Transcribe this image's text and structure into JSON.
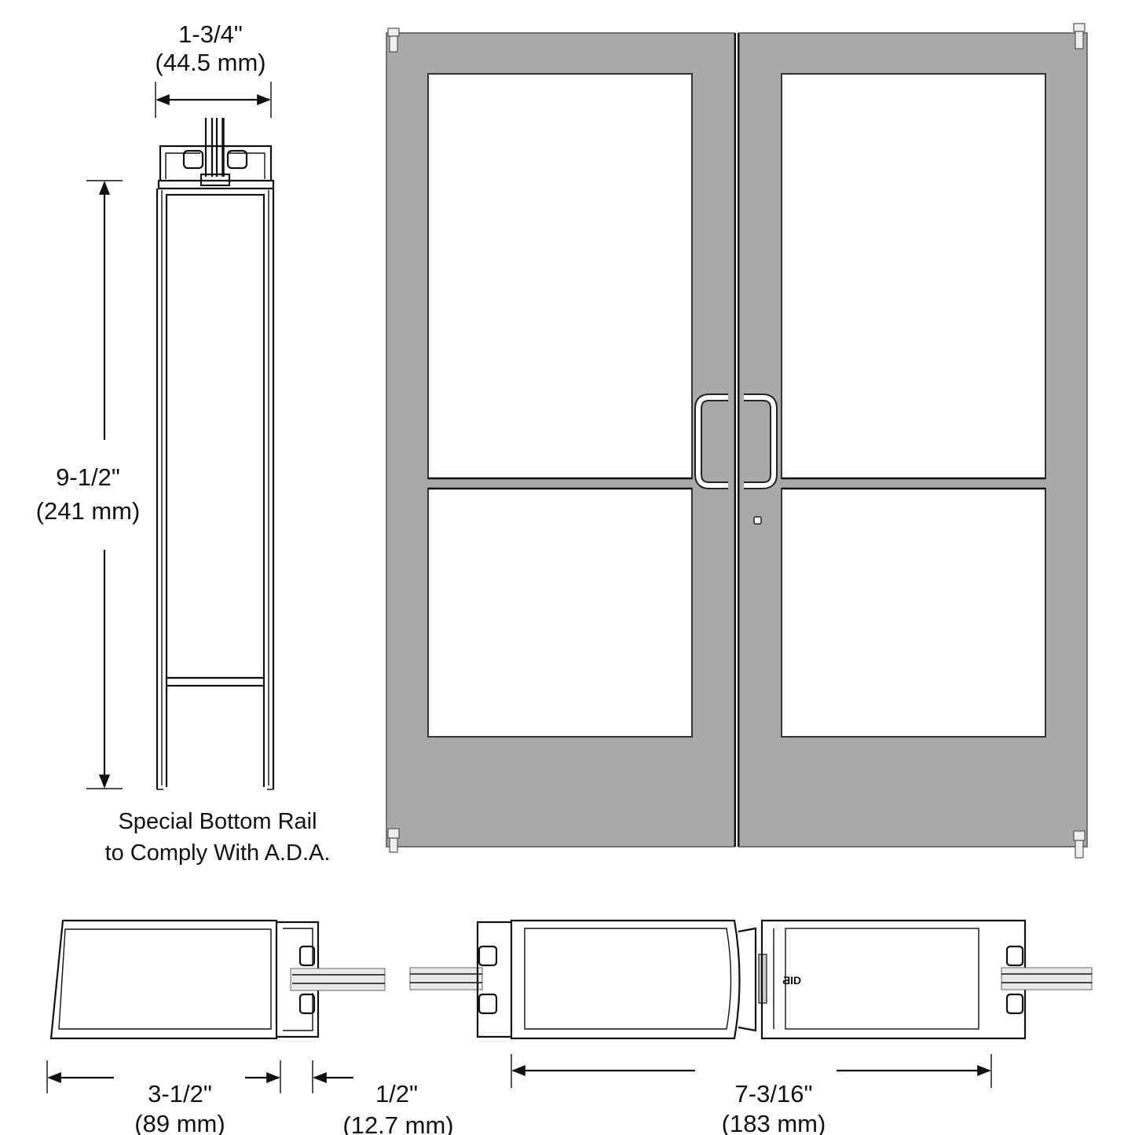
{
  "colors": {
    "door_finish": "#a9a9a9",
    "line": "#111111",
    "background": "#ffffff"
  },
  "top_dimension": {
    "imperial": "1-3/4\"",
    "metric": "(44.5 mm)"
  },
  "height_dimension": {
    "imperial": "9-1/2\"",
    "metric": "(241 mm)"
  },
  "caption": {
    "line1": "Special Bottom Rail",
    "line2": "to Comply With A.D.A."
  },
  "bottom_dimensions": [
    {
      "imperial": "3-1/2\"",
      "metric": "(89 mm)"
    },
    {
      "imperial": "1/2\"",
      "metric": "(12.7 mm)"
    },
    {
      "imperial": "7-3/16\"",
      "metric": "(183 mm)"
    }
  ]
}
